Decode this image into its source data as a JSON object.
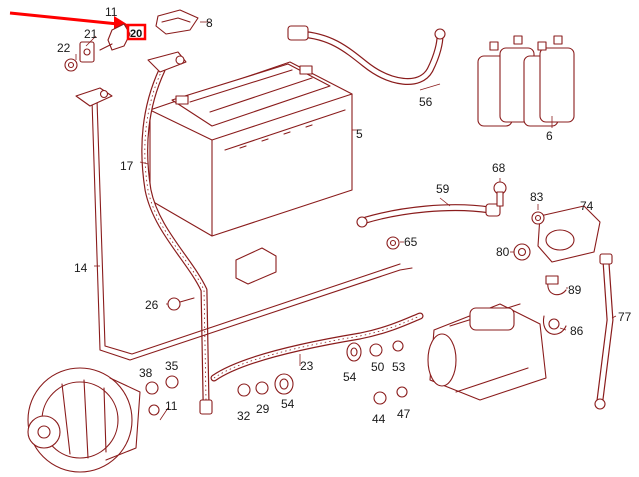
{
  "callouts": {
    "c11a": "11",
    "c20": "20",
    "c8": "8",
    "c21": "21",
    "c22": "22",
    "c5": "5",
    "c56": "56",
    "c6": "6",
    "c17": "17",
    "c14": "14",
    "c68": "68",
    "c59": "59",
    "c83": "83",
    "c74": "74",
    "c65": "65",
    "c80": "80",
    "c26": "26",
    "c89": "89",
    "c86": "86",
    "c77": "77",
    "c23": "23",
    "c53": "53",
    "c54a": "54",
    "c50": "50",
    "c38": "38",
    "c35": "35",
    "c11b": "11",
    "c32": "32",
    "c29": "29",
    "c54b": "54",
    "c44": "44",
    "c47": "47"
  },
  "highlight": {
    "label": "20",
    "color": "#ff0000"
  },
  "colors": {
    "line": "#8a1c1c",
    "text": "#1a1a1a",
    "background": "#ffffff"
  }
}
